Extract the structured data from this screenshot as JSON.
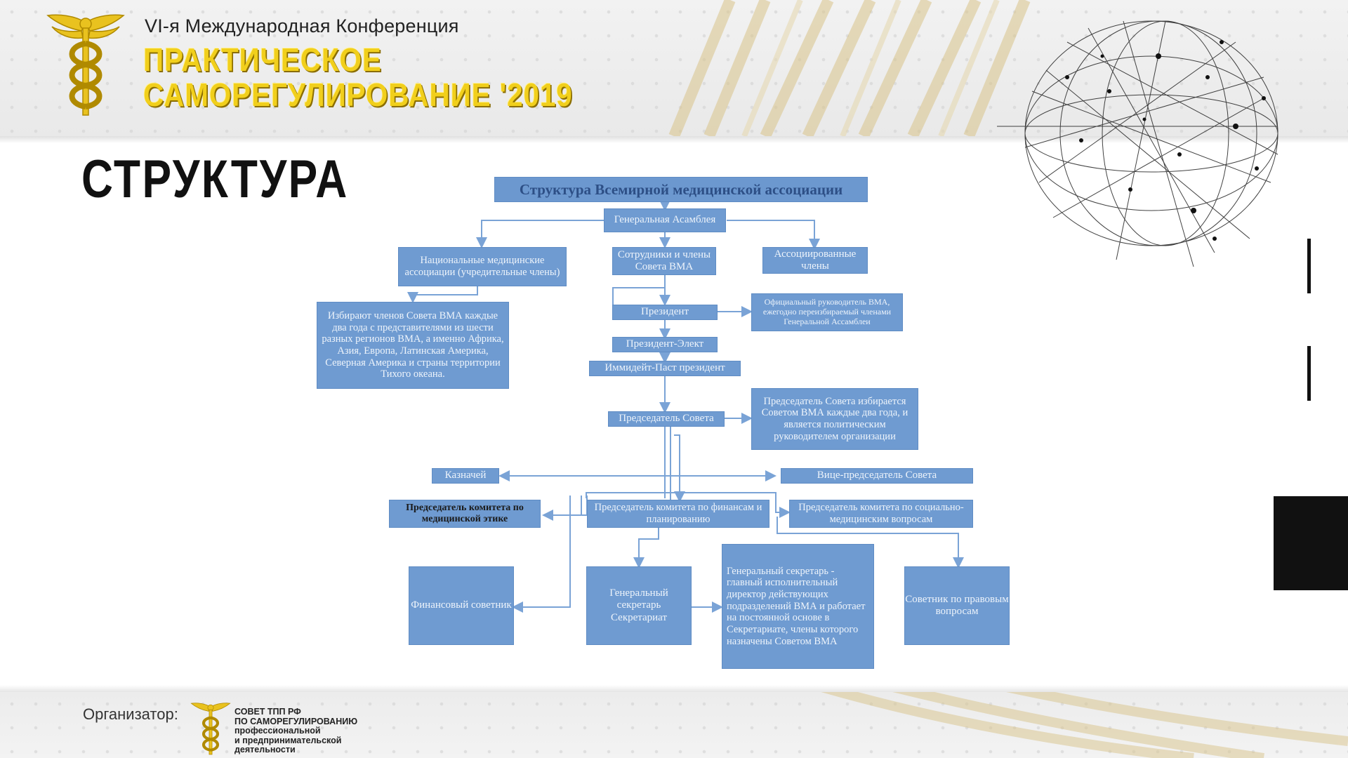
{
  "header": {
    "subtitle": "VI-я Международная Конференция",
    "title": "ПРАКТИЧЕСКОЕ\nСАМОРЕГУЛИРОВАНИЕ '2019",
    "accent_color": "#f1cf1c"
  },
  "slide_title": "СТРУКТУРА",
  "diagram": {
    "title": "Структура Всемирной медицинской ассоциации",
    "nodes": {
      "general_assembly": "Генеральная Асамблея",
      "national_associations": "Национальные медицинские ассоциации (учредительные члены)",
      "staff_council": "Сотрудники и члены Совета ВМА",
      "associated_members": "Ассоциированные члены",
      "elect_note": "Избирают членов Совета ВМА каждые два года с представителями из шести разных регионов ВМА, а именно Африка, Азия, Европа, Латинская Америка, Северная Америка и страны территории Тихого океана.",
      "president": "Президент",
      "president_note": "Официальный руководитель ВМА, ежегодно переизбираемый членами Генеральной Ассамблеи",
      "president_elect": "Президент-Элект",
      "immediate_past": "Иммидейт-Паст президент",
      "council_chair": "Председатель Совета",
      "chair_note": "Председатель Совета избирается Советом ВМА каждые два года, и является политическим руководителем организации",
      "treasurer": "Казначей",
      "vice_chair": "Вице-председатель Совета",
      "ethics_chair": "Председатель комитета по медицинской этике",
      "finance_chair": "Председатель комитета по финансам и планированию",
      "social_chair": "Председатель комитета по социально-медицинским вопросам",
      "financial_advisor": "Финансовый советник",
      "secretary_general": "Генеральный секретарь Секретариат",
      "secretary_note": "Генеральный секретарь - главный исполнительный директор действующих подразделений ВМА и работает на постоянной основе в Секретариате, члены которого назначены Советом ВМА",
      "legal_advisor": "Советник по правовым вопросам"
    },
    "box_color": "#6f9bd1",
    "line_color": "#7aa3d6"
  },
  "footer": {
    "label": "Организатор:",
    "org_name": "СОВЕТ ТПП РФ\nПО САМОРЕГУЛИРОВАНИЮ\nпрофессиональной\nи предпринимательской\nдеятельности"
  }
}
